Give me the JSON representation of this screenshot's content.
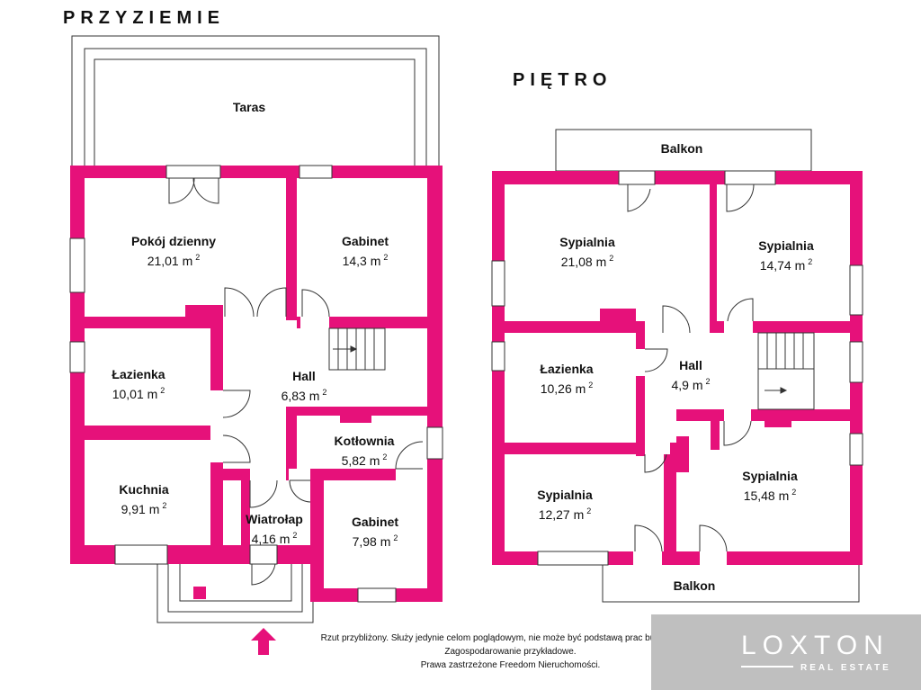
{
  "floors": {
    "ground": {
      "title": "PRZYZIEMIE"
    },
    "upper": {
      "title": "PIĘTRO"
    }
  },
  "ground_rooms": {
    "taras": {
      "name": "Taras"
    },
    "pokoj": {
      "name": "Pokój dzienny",
      "area": "21,01 m",
      "exp": "2"
    },
    "gabinet1": {
      "name": "Gabinet",
      "area": "14,3 m",
      "exp": "2"
    },
    "lazienka": {
      "name": "Łazienka",
      "area": "10,01 m",
      "exp": "2"
    },
    "hall": {
      "name": "Hall",
      "area": "6,83 m",
      "exp": "2"
    },
    "kotlownia": {
      "name": "Kotłownia",
      "area": "5,82 m",
      "exp": "2"
    },
    "kuchnia": {
      "name": "Kuchnia",
      "area": "9,91 m",
      "exp": "2"
    },
    "wiatrolap": {
      "name": "Wiatrołap",
      "area": "4,16 m",
      "exp": "2"
    },
    "gabinet2": {
      "name": "Gabinet",
      "area": "7,98 m",
      "exp": "2"
    }
  },
  "upper_rooms": {
    "balkon_top": {
      "name": "Balkon"
    },
    "sypialnia1": {
      "name": "Sypialnia",
      "area": "21,08 m",
      "exp": "2"
    },
    "sypialnia2": {
      "name": "Sypialnia",
      "area": "14,74 m",
      "exp": "2"
    },
    "lazienka": {
      "name": "Łazienka",
      "area": "10,26 m",
      "exp": "2"
    },
    "hall": {
      "name": "Hall",
      "area": "4,9 m",
      "exp": "2"
    },
    "sypialnia3": {
      "name": "Sypialnia",
      "area": "12,27 m",
      "exp": "2"
    },
    "sypialnia4": {
      "name": "Sypialnia",
      "area": "15,48 m",
      "exp": "2"
    },
    "balkon_bottom": {
      "name": "Balkon"
    }
  },
  "disclaimer": {
    "line1": "Rzut przybliżony. Służy jedynie celom poglądowym, nie może być podstawą prac budowlanych.",
    "line2": "Zagospodarowanie przykładowe.",
    "line3": "Prawa zastrzeżone Freedom Nieruchomości."
  },
  "brand": {
    "name": "LOXTON",
    "subtitle": "REAL ESTATE",
    "background": "#bfbfbf"
  },
  "colors": {
    "wall": "#e6117a",
    "outline": "#333333",
    "entrance_arrow": "#e6117a"
  },
  "icons": {
    "entrance": "up-arrow-icon",
    "stairs_direction": "right-arrow-icon"
  }
}
